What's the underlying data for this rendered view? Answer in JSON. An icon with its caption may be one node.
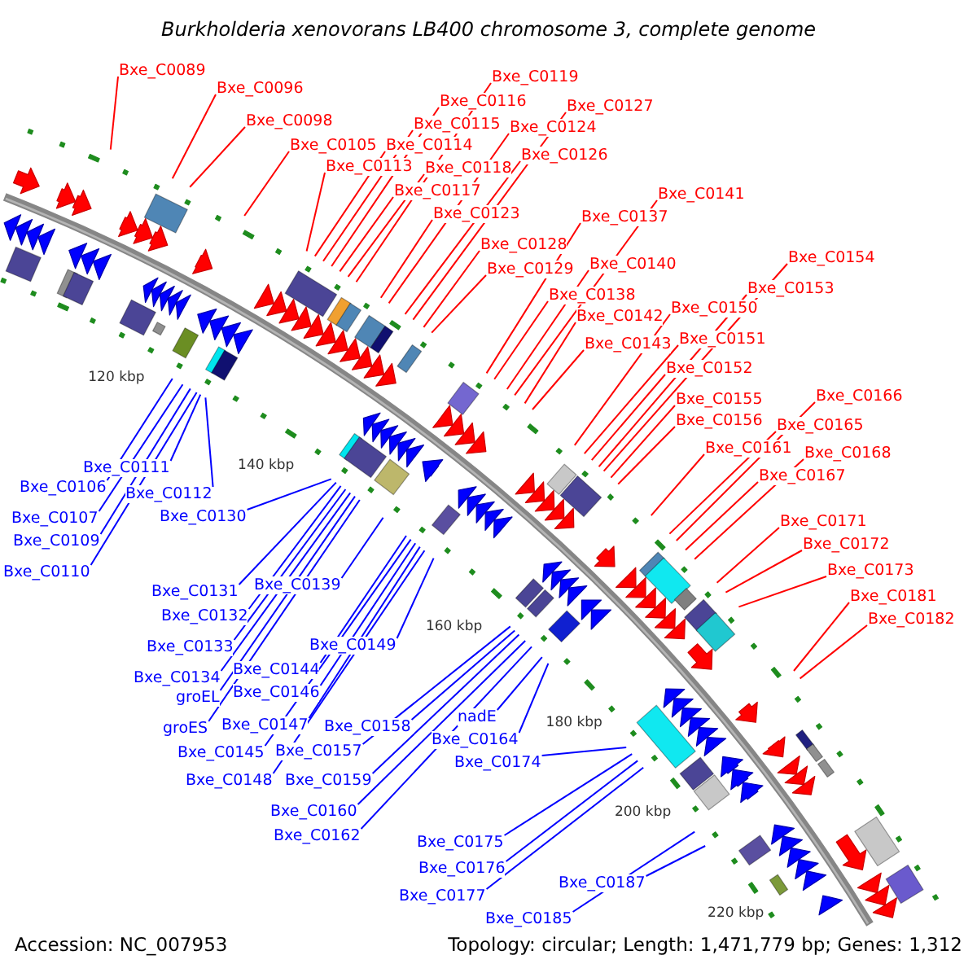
{
  "diagram": {
    "title": "Burkholderia xenovorans LB400 chromosome 3, complete genome",
    "nodes": [
      {
        "text": [
          "Bxe_C0089"
        ]
      },
      {
        "text": [
          "Bxe_C0119"
        ]
      },
      {
        "text": [
          "Bxe_C0096"
        ]
      },
      {
        "text": [
          "Bxe_C0116"
        ]
      },
      {
        "text": [
          "Bxe_C0127"
        ]
      },
      {
        "text": [
          "Bxe_C0098"
        ]
      },
      {
        "text": [
          "Bxe_C0115"
        ]
      },
      {
        "text": [
          "Bxe_C0124"
        ]
      },
      {
        "text": [
          "Bxe_C0105"
        ]
      },
      {
        "text": [
          "Bxe_C0114"
        ]
      },
      {
        "text": [
          "Bxe_C0126"
        ]
      },
      {
        "text": [
          "Bxe_C0113"
        ]
      },
      {
        "text": [
          "Bxe_C0118"
        ]
      },
      {
        "text": [
          "Bxe_C0117"
        ]
      },
      {
        "text": [
          "Bxe_C0141"
        ]
      },
      {
        "text": [
          "Bxe_C0123"
        ]
      },
      {
        "text": [
          "Bxe_C0137"
        ]
      },
      {
        "text": [
          "Bxe_C0128"
        ]
      },
      {
        "text": [
          "Bxe_C0154"
        ]
      },
      {
        "text": [
          "Bxe_C0140"
        ]
      },
      {
        "text": [
          "Bxe_C0129"
        ]
      },
      {
        "text": [
          "Bxe_C0153"
        ]
      },
      {
        "text": [
          "Bxe_C0138"
        ]
      },
      {
        "text": [
          "Bxe_C0150"
        ]
      },
      {
        "text": [
          "Bxe_C0142"
        ]
      },
      {
        "text": [
          "Bxe_C0151"
        ]
      },
      {
        "text": [
          "Bxe_C0143"
        ]
      },
      {
        "text": [
          "Bxe_C0152"
        ]
      },
      {
        "text": [
          "Bxe_C0166"
        ]
      },
      {
        "text": [
          "Bxe_C0155"
        ]
      },
      {
        "text": [
          "Bxe_C0156"
        ]
      },
      {
        "text": [
          "Bxe_C0165"
        ]
      },
      {
        "text": [
          "Bxe_C0161"
        ]
      },
      {
        "text": [
          "Bxe_C0168"
        ]
      },
      {
        "text": [
          "Bxe_C0111"
        ]
      },
      {
        "text": [
          "Bxe_C0167"
        ]
      },
      {
        "text": [
          "Bxe_C0106"
        ]
      },
      {
        "text": [
          "Bxe_C0112"
        ]
      },
      {
        "text": [
          "Bxe_C0130"
        ]
      },
      {
        "text": [
          "Bxe_C0107"
        ]
      },
      {
        "text": [
          "Bxe_C0171"
        ]
      },
      {
        "text": [
          "Bxe_C0109"
        ]
      },
      {
        "text": [
          "Bxe_C0172"
        ]
      },
      {
        "text": [
          "Bxe_C0173"
        ]
      },
      {
        "text": [
          "Bxe_C0110"
        ]
      },
      {
        "text": [
          "Bxe_C0139"
        ]
      },
      {
        "text": [
          "Bxe_C0131"
        ]
      },
      {
        "text": [
          "Bxe_C0181"
        ]
      },
      {
        "text": [
          "Bxe_C0132"
        ]
      },
      {
        "text": [
          "Bxe_C0182"
        ]
      },
      {
        "text": [
          "Bxe_C0149"
        ]
      },
      {
        "text": [
          "Bxe_C0133"
        ]
      },
      {
        "text": [
          "Bxe_C0144"
        ]
      },
      {
        "text": [
          "Bxe_C0134"
        ]
      },
      {
        "text": [
          "Bxe_C0146"
        ]
      },
      {
        "text": [
          "groEL"
        ]
      },
      {
        "text": [
          "nadE"
        ]
      },
      {
        "text": [
          "Bxe_C0147"
        ]
      },
      {
        "text": [
          "Bxe_C0158"
        ]
      },
      {
        "text": [
          "groES"
        ]
      },
      {
        "text": [
          "Bxe_C0164"
        ]
      },
      {
        "text": [
          "Bxe_C0157"
        ]
      },
      {
        "text": [
          "Bxe_C0145"
        ]
      },
      {
        "text": [
          "Bxe_C0174"
        ]
      },
      {
        "text": [
          "Bxe_C0148"
        ]
      },
      {
        "text": [
          "Bxe_C0159"
        ]
      },
      {
        "text": [
          "Bxe_C0160"
        ]
      },
      {
        "text": [
          "Bxe_C0162"
        ]
      },
      {
        "text": [
          "Bxe_C0175"
        ]
      },
      {
        "text": [
          "Bxe_C0176"
        ]
      },
      {
        "text": [
          "Bxe_C0187"
        ]
      },
      {
        "text": [
          "Bxe_C0177"
        ]
      },
      {
        "text": [
          "Bxe_C0185"
        ]
      }
    ],
    "edges": [
      {
        "from": 0,
        "to": null,
        "arrow": "none"
      },
      {
        "from": 1,
        "to": null,
        "arrow": "none"
      },
      {
        "from": 2,
        "to": null,
        "arrow": "none"
      },
      {
        "from": 3,
        "to": null,
        "arrow": "none"
      },
      {
        "from": 4,
        "to": null,
        "arrow": "none"
      },
      {
        "from": 5,
        "to": null,
        "arrow": "none"
      },
      {
        "from": 6,
        "to": null,
        "arrow": "none"
      },
      {
        "from": 7,
        "to": null,
        "arrow": "none"
      },
      {
        "from": 8,
        "to": null,
        "arrow": "none"
      },
      {
        "from": 9,
        "to": null,
        "arrow": "none"
      },
      {
        "from": 10,
        "to": null,
        "arrow": "none"
      },
      {
        "from": 11,
        "to": null,
        "arrow": "none"
      },
      {
        "from": 12,
        "to": null,
        "arrow": "none"
      },
      {
        "from": 13,
        "to": null,
        "arrow": "none"
      },
      {
        "from": 14,
        "to": null,
        "arrow": "none"
      },
      {
        "from": 15,
        "to": null,
        "arrow": "none"
      },
      {
        "from": 16,
        "to": null,
        "arrow": "none"
      },
      {
        "from": 17,
        "to": null,
        "arrow": "none"
      },
      {
        "from": 18,
        "to": null,
        "arrow": "none"
      },
      {
        "from": 19,
        "to": null,
        "arrow": "none"
      },
      {
        "from": 20,
        "to": null,
        "arrow": "none"
      },
      {
        "from": 21,
        "to": null,
        "arrow": "none"
      },
      {
        "from": 22,
        "to": null,
        "arrow": "none"
      },
      {
        "from": 23,
        "to": null,
        "arrow": "none"
      },
      {
        "from": 24,
        "to": null,
        "arrow": "none"
      },
      {
        "from": 25,
        "to": null,
        "arrow": "none"
      },
      {
        "from": 26,
        "to": null,
        "arrow": "none"
      },
      {
        "from": 27,
        "to": null,
        "arrow": "none"
      },
      {
        "from": 28,
        "to": null,
        "arrow": "none"
      },
      {
        "from": 29,
        "to": null,
        "arrow": "none"
      },
      {
        "from": 30,
        "to": null,
        "arrow": "none"
      },
      {
        "from": 31,
        "to": null,
        "arrow": "none"
      },
      {
        "from": 32,
        "to": null,
        "arrow": "none"
      },
      {
        "from": 33,
        "to": null,
        "arrow": "none"
      },
      {
        "from": 34,
        "to": null,
        "arrow": "none",
        "color": "#0000ff"
      },
      {
        "from": 35,
        "to": null,
        "arrow": "none"
      },
      {
        "from": 36,
        "to": null,
        "arrow": "none",
        "color": "#0000ff"
      },
      {
        "from": 37,
        "to": null,
        "arrow": "none",
        "color": "#0000ff"
      },
      {
        "from": 38,
        "to": null,
        "arrow": "none",
        "color": "#0000ff"
      },
      {
        "from": 39,
        "to": null,
        "arrow": "none",
        "color": "#0000ff"
      },
      {
        "from": 40,
        "to": null,
        "arrow": "none"
      },
      {
        "from": 41,
        "to": null,
        "arrow": "none",
        "color": "#0000ff"
      },
      {
        "from": 42,
        "to": null,
        "arrow": "none"
      },
      {
        "from": 43,
        "to": null,
        "arrow": "none"
      },
      {
        "from": 44,
        "to": null,
        "arrow": "none",
        "color": "#0000ff"
      },
      {
        "from": 45,
        "to": null,
        "arrow": "none",
        "color": "#0000ff"
      },
      {
        "from": 46,
        "to": null,
        "arrow": "none",
        "color": "#0000ff"
      },
      {
        "from": 47,
        "to": null,
        "arrow": "none"
      },
      {
        "from": 48,
        "to": null,
        "arrow": "none",
        "color": "#0000ff"
      },
      {
        "from": 49,
        "to": null,
        "arrow": "none"
      },
      {
        "from": 50,
        "to": null,
        "arrow": "none",
        "color": "#0000ff"
      },
      {
        "from": 51,
        "to": null,
        "arrow": "none",
        "color": "#0000ff"
      },
      {
        "from": 52,
        "to": null,
        "arrow": "none",
        "color": "#0000ff"
      },
      {
        "from": 53,
        "to": null,
        "arrow": "none",
        "color": "#0000ff"
      },
      {
        "from": 54,
        "to": null,
        "arrow": "none",
        "color": "#0000ff"
      },
      {
        "from": 55,
        "to": null,
        "arrow": "none",
        "color": "#0000ff"
      },
      {
        "from": 56,
        "to": null,
        "arrow": "none",
        "color": "#0000ff"
      },
      {
        "from": 57,
        "to": null,
        "arrow": "none",
        "color": "#0000ff"
      },
      {
        "from": 58,
        "to": null,
        "arrow": "none",
        "color": "#0000ff"
      },
      {
        "from": 59,
        "to": null,
        "arrow": "none",
        "color": "#0000ff"
      },
      {
        "from": 60,
        "to": null,
        "arrow": "none",
        "color": "#0000ff"
      },
      {
        "from": 61,
        "to": null,
        "arrow": "none",
        "color": "#0000ff"
      },
      {
        "from": 62,
        "to": null,
        "arrow": "none",
        "color": "#0000ff"
      },
      {
        "from": 63,
        "to": null,
        "arrow": "none",
        "color": "#0000ff"
      },
      {
        "from": 64,
        "to": null,
        "arrow": "none",
        "color": "#0000ff"
      },
      {
        "from": 65,
        "to": null,
        "arrow": "none",
        "color": "#0000ff"
      },
      {
        "from": 66,
        "to": null,
        "arrow": "none",
        "color": "#0000ff"
      },
      {
        "from": 67,
        "to": null,
        "arrow": "none",
        "color": "#0000ff"
      },
      {
        "from": 68,
        "to": null,
        "arrow": "none",
        "color": "#0000ff"
      },
      {
        "from": 69,
        "to": null,
        "arrow": "none",
        "color": "#0000ff"
      },
      {
        "from": 70,
        "to": null,
        "arrow": "none",
        "color": "#0000ff"
      },
      {
        "from": 71,
        "to": null,
        "arrow": "none",
        "color": "#0000ff"
      },
      {
        "from": 72,
        "to": null,
        "arrow": "none",
        "color": "#0000ff"
      }
    ],
    "labels": [
      "120 kbp",
      "140 kbp",
      "160 kbp",
      "180 kbp",
      "200 kbp",
      "220 kbp",
      "Accession: NC_007953",
      "Topology: circular; Length: 1,471,779 bp; Genes: 1,312"
    ]
  }
}
